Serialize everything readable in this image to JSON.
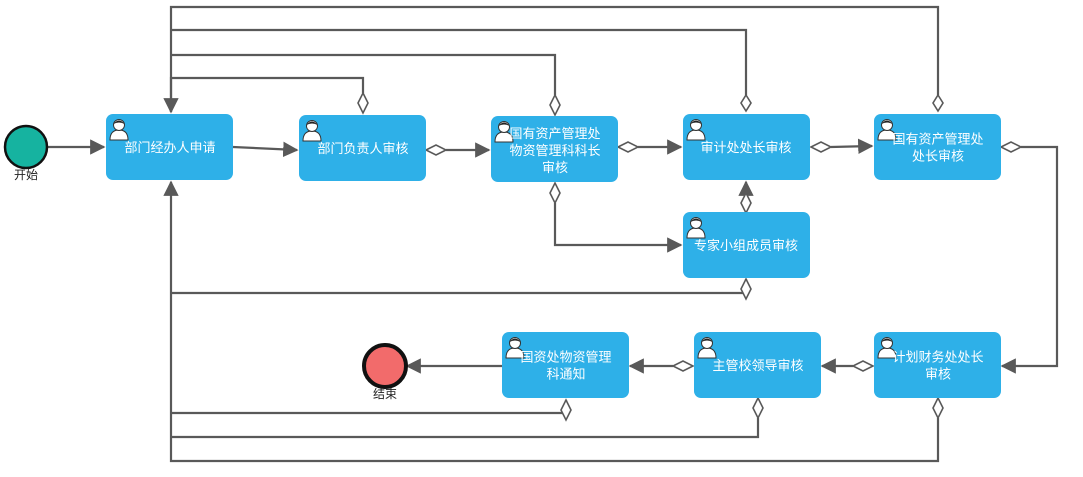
{
  "start_event": {
    "label": "开始",
    "color": "#16b3a0"
  },
  "end_event": {
    "label": "结束",
    "color": "#f26b6b"
  },
  "task_color": "#2eb0e8",
  "user_icon": "user-icon",
  "tasks": [
    {
      "id": "t1",
      "lines": [
        "部门经办人申请"
      ]
    },
    {
      "id": "t2",
      "lines": [
        "部门负责人审核"
      ]
    },
    {
      "id": "t3",
      "lines": [
        "国有资产管理处",
        "物资管理科科长",
        "审核"
      ]
    },
    {
      "id": "t4",
      "lines": [
        "审计处处长审核"
      ]
    },
    {
      "id": "t5",
      "lines": [
        "国有资产管理处",
        "处长审核"
      ]
    },
    {
      "id": "t6",
      "lines": [
        "专家小组成员审核"
      ]
    },
    {
      "id": "t7",
      "lines": [
        "计划财务处处长",
        "审核"
      ]
    },
    {
      "id": "t8",
      "lines": [
        "主管校领导审核"
      ]
    },
    {
      "id": "t9",
      "lines": [
        "国资处物资管理",
        "科通知"
      ]
    }
  ]
}
